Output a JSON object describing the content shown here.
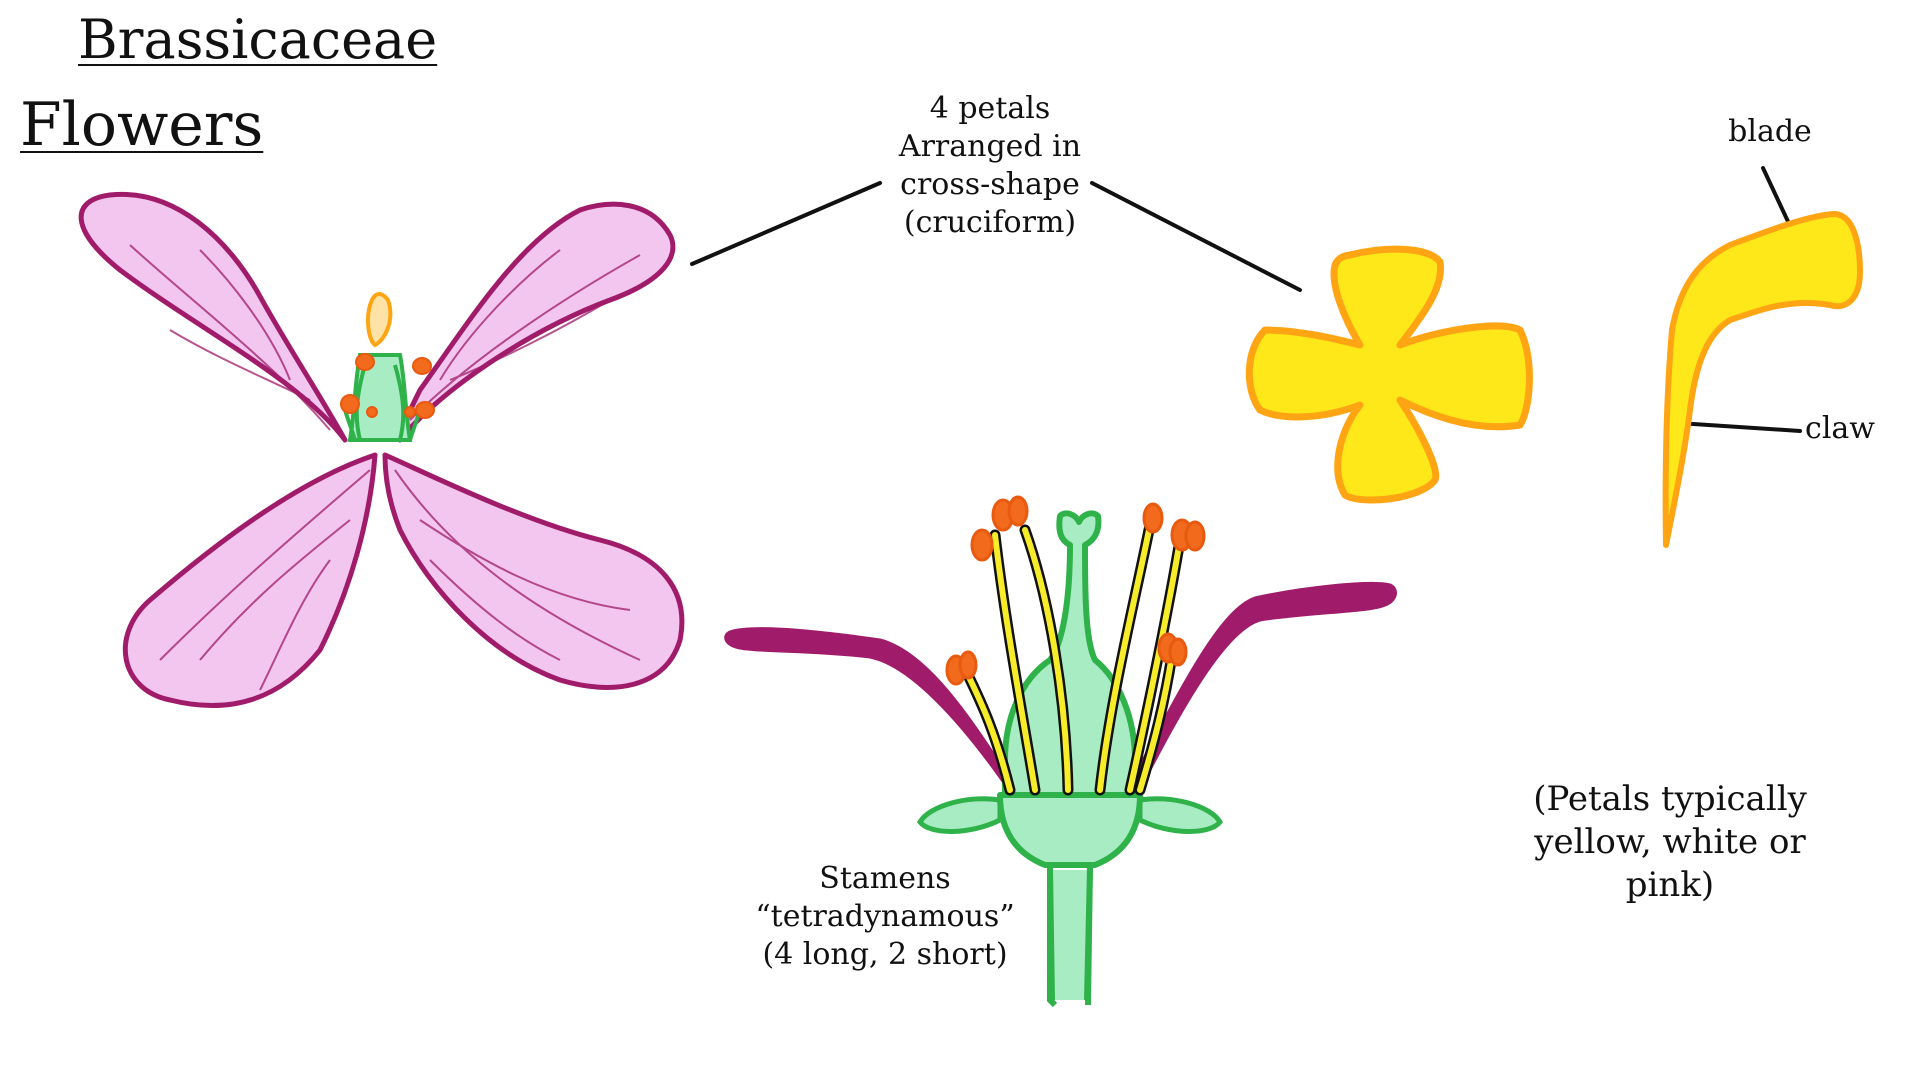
{
  "title": "Brassicaceae",
  "subtitle": "Flowers",
  "labels": {
    "petals": "4 petals\nArranged in\ncross-shape\n(cruciform)",
    "blade": "blade",
    "claw": "claw",
    "stamens": "Stamens\n“tetradynamous”\n(4 long, 2 short)",
    "petal_color": "(Petals typically\nyellow, white or\npink)"
  },
  "colors": {
    "pink_petal_fill": "#f2c6ee",
    "pink_petal_outline": "#a01c6a",
    "yellow_fill": "#ffe81a",
    "yellow_outline": "#ffa514",
    "green_fill": "#a8ecc4",
    "green_outline": "#2fb24a",
    "anther": "#f26a1b",
    "filament": "#f6ec2a"
  }
}
